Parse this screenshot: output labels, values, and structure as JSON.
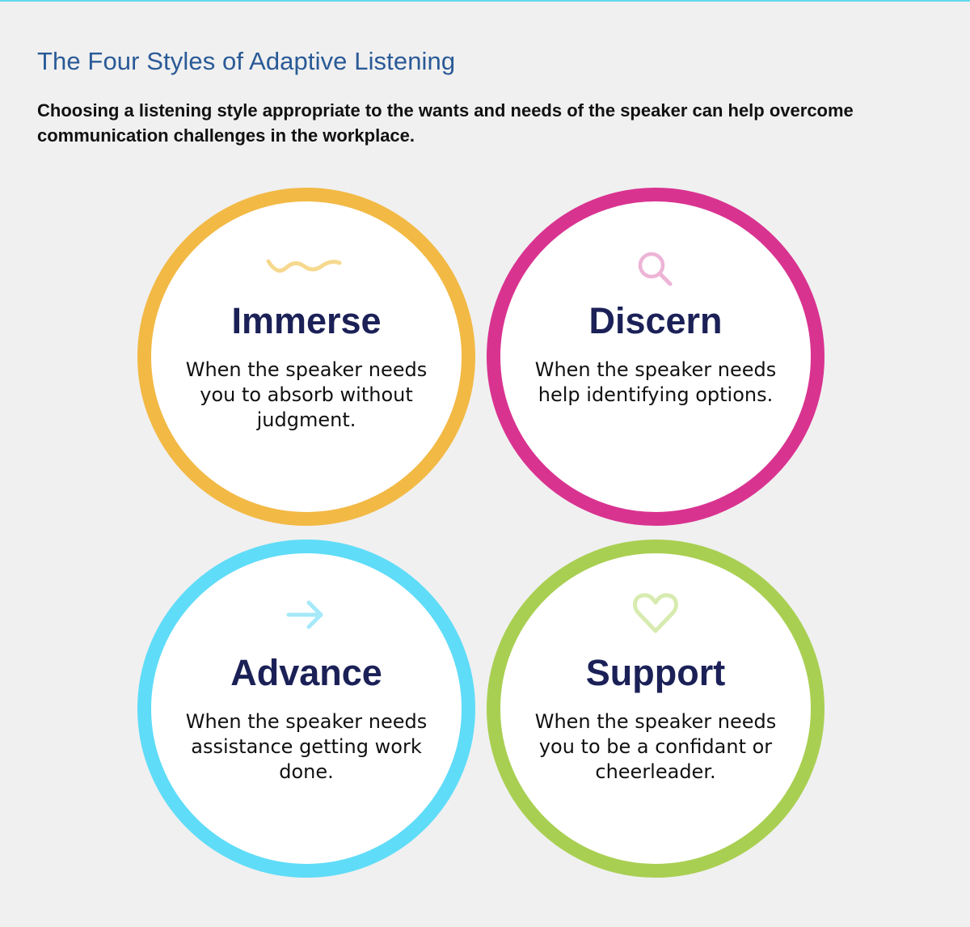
{
  "header": {
    "title": "The Four Styles of Adaptive Listening",
    "subtitle": "Choosing a listening style appropriate to the wants and needs of the speaker can help overcome communication challenges in the workplace."
  },
  "styles": [
    {
      "name": "Immerse",
      "description": "When the speaker needs you to absorb without judgment.",
      "icon": "wave-icon",
      "color": "#f2b945",
      "icon_color": "#f6d98f"
    },
    {
      "name": "Discern",
      "description": "When the speaker needs help identifying options.",
      "icon": "magnifier-icon",
      "color": "#d93390",
      "icon_color": "#edb4d6"
    },
    {
      "name": "Advance",
      "description": "When the speaker needs assistance getting work done.",
      "icon": "arrow-right-icon",
      "color": "#5fdcf8",
      "icon_color": "#a6e9f9"
    },
    {
      "name": "Support",
      "description": "When the speaker needs you to be a confidant or cheerleader.",
      "icon": "heart-icon",
      "color": "#a9cf52",
      "icon_color": "#d7ebb0"
    }
  ]
}
